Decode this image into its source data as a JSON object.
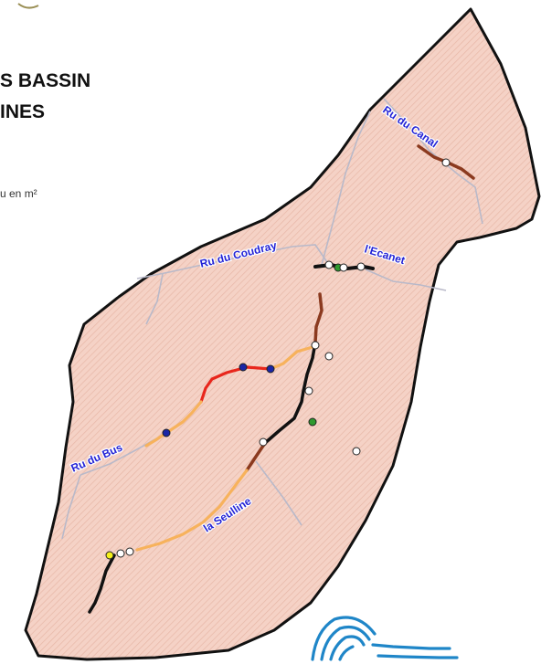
{
  "title_line1": "S BASSIN",
  "title_line2": "INES",
  "unit_note": "u en m²",
  "rivers": [
    {
      "id": "canal",
      "label": "Ru du Canal"
    },
    {
      "id": "coudray",
      "label": "Ru du Coudray"
    },
    {
      "id": "ecanet",
      "label": "l'Ecanet"
    },
    {
      "id": "bus",
      "label": "Ru du Bus"
    },
    {
      "id": "seulline",
      "label": "la Seulline"
    }
  ],
  "colors": {
    "basin_fill": "#f5d2c6",
    "basin_hatch": "#e7b7a7",
    "basin_outline": "#111111",
    "stream": "#b9b9c9",
    "river_label": "#2323d6",
    "segment_black": "#111111",
    "segment_brown": "#8b3a1f",
    "segment_red": "#e8261c",
    "segment_orange": "#f7b25c",
    "point_white": "#ffffff",
    "point_blue": "#1a26a6",
    "point_green": "#2f9a2f",
    "point_yellow": "#f5f01a",
    "logo": "#1f86c8"
  }
}
